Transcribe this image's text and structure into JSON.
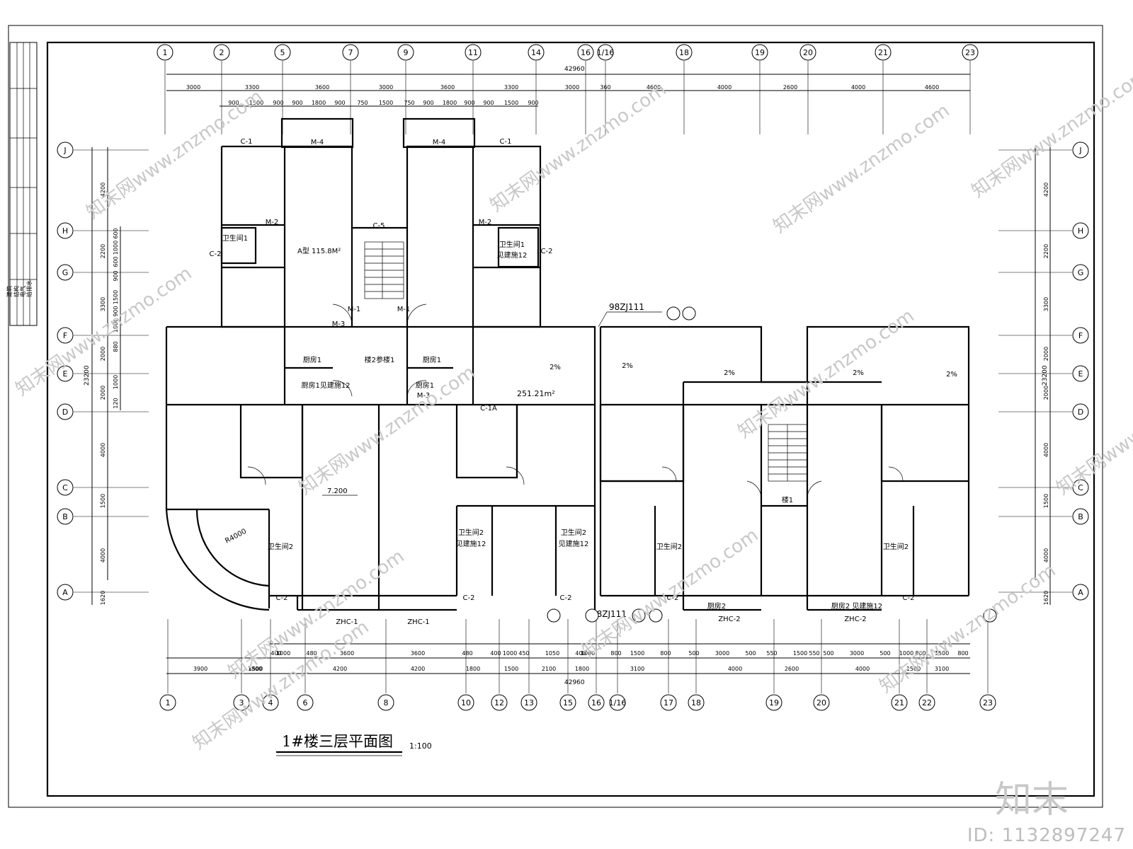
{
  "drawing": {
    "title": "1#楼三层平面图",
    "scale": "1:100",
    "total_dimension": "42960",
    "total_depth": "23200",
    "title_block": [
      "建筑",
      "结构",
      "电气",
      "给排水"
    ],
    "reference_note": "98ZJ111",
    "area_note": "251.21m²",
    "unit_type": "A型  115.8M²",
    "elevation": "7.200",
    "radius": "R4000"
  },
  "axes": {
    "top": [
      "1",
      "2",
      "5",
      "7",
      "9",
      "11",
      "14",
      "16",
      "1/16",
      "18",
      "19",
      "20",
      "21",
      "23"
    ],
    "bottom": [
      "1",
      "3",
      "4",
      "6",
      "8",
      "10",
      "12",
      "13",
      "15",
      "16",
      "1/16",
      "17",
      "18",
      "19",
      "20",
      "21",
      "22",
      "23"
    ],
    "left": [
      "J",
      "H",
      "G",
      "F",
      "E",
      "D",
      "C",
      "B",
      "A"
    ],
    "right": [
      "J",
      "H",
      "G",
      "F",
      "E",
      "D",
      "C",
      "B",
      "A"
    ]
  },
  "top_dims_row1": [
    "3000",
    "3300",
    "3600",
    "3000",
    "3600",
    "3300",
    "3000",
    "360",
    "4600",
    "4000",
    "2600",
    "4000",
    "4600"
  ],
  "top_dims_row2": [
    "900",
    "1500",
    "900",
    "900",
    "1800",
    "900",
    "750",
    "1500",
    "750",
    "900",
    "1800",
    "900",
    "900",
    "1500",
    "900"
  ],
  "bottom_dims_row1": [
    "400",
    "1000",
    "480",
    "3600",
    "3600",
    "480",
    "400",
    "1000",
    "450",
    "1050",
    "400",
    "1000",
    "800",
    "1500",
    "800",
    "500",
    "3000",
    "500",
    "550",
    "1500",
    "550",
    "500",
    "3000",
    "500",
    "1000",
    "800",
    "1500",
    "800"
  ],
  "bottom_dims_row2": [
    "1800",
    "4200",
    "4200",
    "1800",
    "1500",
    "2100",
    "1800",
    "3100",
    "4000",
    "2600",
    "4000",
    "1500",
    "3100"
  ],
  "bottom_dims_row3": [
    "3900",
    "1500"
  ],
  "left_dims": [
    "4200",
    "2200",
    "3300",
    "2000",
    "2000",
    "4000",
    "1500",
    "4000",
    "1620"
  ],
  "right_dims": [
    "4200",
    "2200",
    "3300",
    "2000",
    "2000",
    "4000",
    "1500",
    "4000",
    "1620"
  ],
  "left_dims_small": [
    "600",
    "1000",
    "600",
    "900",
    "1500",
    "900",
    "1000",
    "880",
    "1000",
    "120"
  ],
  "rooms": [
    {
      "label": "M-4"
    },
    {
      "label": "M-4"
    },
    {
      "label": "C-1"
    },
    {
      "label": "C-1"
    },
    {
      "label": "卫生间1"
    },
    {
      "label": "卫生间1"
    },
    {
      "label": "见建施12"
    },
    {
      "label": "C-5"
    },
    {
      "label": "M-2"
    },
    {
      "label": "M-2"
    },
    {
      "label": "M-3"
    },
    {
      "label": "M-3"
    },
    {
      "label": "厨房1"
    },
    {
      "label": "厨房1见建施12"
    },
    {
      "label": "厨房1"
    },
    {
      "label": "厨房1"
    },
    {
      "label": "楼2参楼1"
    },
    {
      "label": "M-1"
    },
    {
      "label": "M-1"
    },
    {
      "label": "C-1A"
    },
    {
      "label": "卫生间2"
    },
    {
      "label": "卫生间2"
    },
    {
      "label": "见建施12"
    },
    {
      "label": "卫生间2"
    },
    {
      "label": "见建施12"
    },
    {
      "label": "卫生间2"
    },
    {
      "label": "卫生间2"
    },
    {
      "label": "楼1"
    },
    {
      "label": "厨房2"
    },
    {
      "label": "厨房2 见建施12"
    },
    {
      "label": "ZHC-1"
    },
    {
      "label": "ZHC-1"
    },
    {
      "label": "ZHC-2"
    },
    {
      "label": "ZHC-2"
    },
    {
      "label": "2%"
    },
    {
      "label": "2%"
    },
    {
      "label": "2%"
    },
    {
      "label": "2%"
    },
    {
      "label": "2%"
    },
    {
      "label": "C-2"
    },
    {
      "label": "C-2"
    },
    {
      "label": "C-2"
    },
    {
      "label": "C-2"
    },
    {
      "label": "C-2"
    },
    {
      "label": "C-2"
    },
    {
      "label": "C-2"
    }
  ],
  "watermarks": {
    "site": "知末网www.znzmo.com",
    "brand": "知末",
    "id": "ID: 1132897247"
  },
  "colors": {
    "line": "#000000",
    "background": "#ffffff",
    "watermark": "#c8c8c8"
  }
}
